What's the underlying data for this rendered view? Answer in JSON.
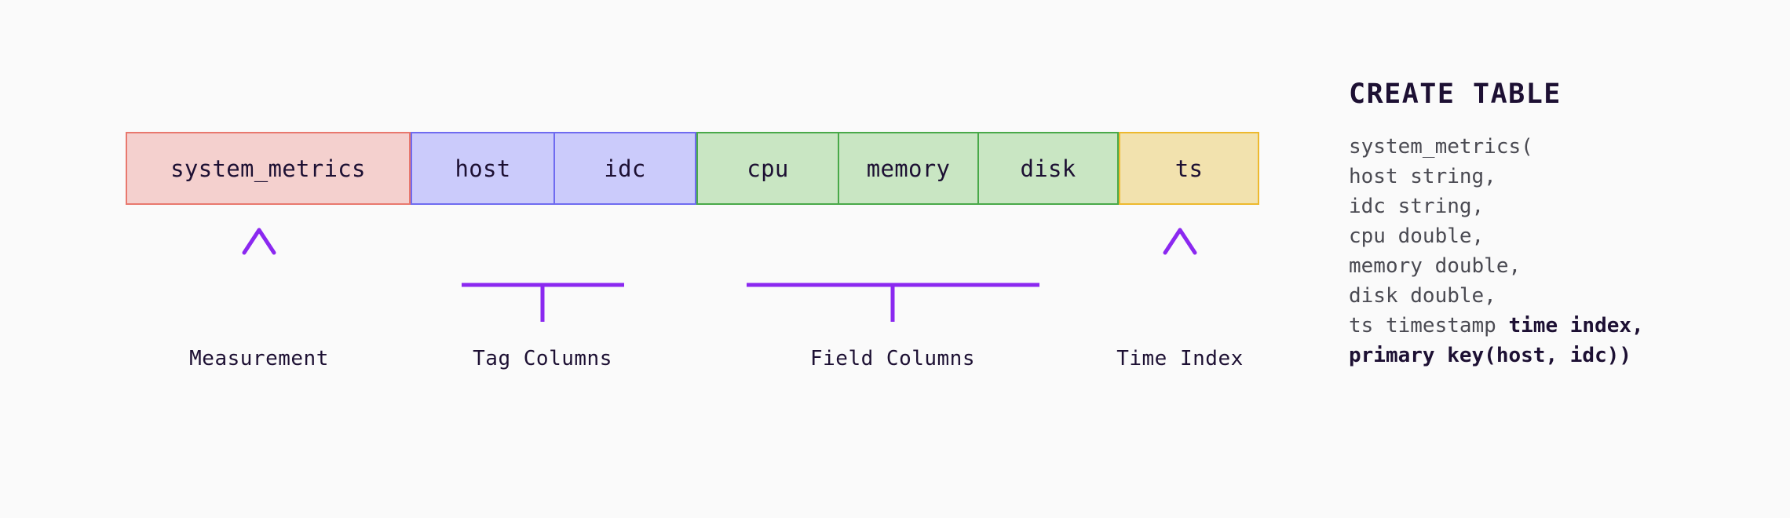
{
  "diagram": {
    "title_hidden": "",
    "groups": [
      {
        "key": "measurement",
        "kind": "measurement",
        "fill": "#f4d0ce",
        "stroke": "#e8786e",
        "cells": [
          "system_metrics"
        ],
        "annotation": {
          "type": "arrow",
          "label": "Measurement"
        }
      },
      {
        "key": "tag",
        "kind": "tag-columns",
        "fill": "#cbcbfb",
        "stroke": "#6f6bf0",
        "cells": [
          "host",
          "idc"
        ],
        "annotation": {
          "type": "bracket",
          "label": "Tag Columns"
        }
      },
      {
        "key": "field",
        "kind": "field-columns",
        "fill": "#c9e6c3",
        "stroke": "#49a949",
        "cells": [
          "cpu",
          "memory",
          "disk"
        ],
        "annotation": {
          "type": "bracket",
          "label": "Field Columns"
        }
      },
      {
        "key": "time",
        "kind": "time-index",
        "fill": "#f2e2ae",
        "stroke": "#edb92e",
        "cells": [
          "ts"
        ],
        "annotation": {
          "type": "arrow",
          "label": "Time Index"
        }
      }
    ],
    "cells": {
      "system_metrics": "system_metrics",
      "host": "host",
      "idc": "idc",
      "cpu": "cpu",
      "memory": "memory",
      "disk": "disk",
      "ts": "ts"
    },
    "labels": {
      "measurement": "Measurement",
      "tag_columns": "Tag Columns",
      "field_columns": "Field Columns",
      "time_index": "Time Index"
    },
    "annotation_color": "#8b28f0",
    "annotation_color_light": "#dcb8fb",
    "background": "#fafafa",
    "text_color": "#1d1033"
  },
  "code": {
    "title": "CREATE TABLE",
    "lines": [
      {
        "text": "system_metrics(",
        "bold": false
      },
      {
        "text": "host string,",
        "bold": false
      },
      {
        "text": "idc string,",
        "bold": false
      },
      {
        "text": "cpu double,",
        "bold": false
      },
      {
        "text": "memory double,",
        "bold": false
      },
      {
        "text": "disk double,",
        "bold": false
      }
    ],
    "line_ts_plain": "ts timestamp ",
    "line_ts_bold": "time index,",
    "line_pk_bold": "primary key(host, idc))"
  }
}
